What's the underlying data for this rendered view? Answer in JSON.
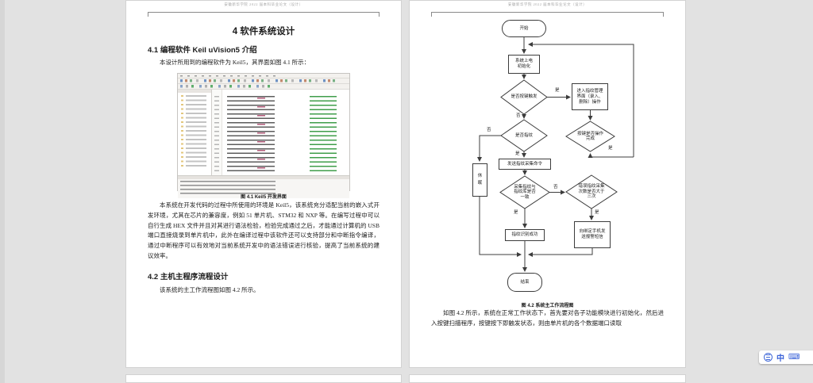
{
  "header_text": "安徽新华学院 2022 届本科毕业论文（设计）",
  "left_page": {
    "chapter_title": "4  软件系统设计",
    "section_4_1": "4.1  编程软件 Keil uVision5 介绍",
    "intro_paragraph": "本设计所用到的编程软件为 Keil5，其界面如图 4.1 所示：",
    "figure_4_1_caption": "图 4.1  Keil5 开发界面",
    "body_paragraph": "本系统在开发代码的过程中所使用的环境是 Keil5，该系统充分适配当前的嵌入式开发环境，尤其在芯片的兼容度，例如 51 单片机、STM32 和 NXP 等。在编写过程中可以自行生成 HEX 文件并且对其进行语法检验，检验完成通过之后，才能通过计算机的 USB 端口直接烧录到单片机中，此外在编译过程中该软件还可以支持部分和中断指令编译，通过中断程序可以有效地对当前系统开发中的语法错误进行核验，提高了当前系统的建议效率。",
    "section_4_2": "4.2  主机主程序流程设计",
    "section_4_2_paragraph": "该系统的主工作流程图如图 4.2 所示。"
  },
  "right_page": {
    "figure_4_2_caption": "图 4.2  系统主工作流程图",
    "closing_paragraph": "如图 4.2 所示，系统在正常工作状态下，首先要对各子功能模块进行初始化，然后进入按键扫描程序，按键按下即触发状态，则由单片机的各个数据端口读取",
    "flowchart": {
      "start": "开始",
      "power_init": "系统上电初始化",
      "key_trigger": "是否按键触发",
      "fingerprint_manage": "进入指纹管理界面（录入、删除）操作",
      "key_done": "按键是否操作完成",
      "is_fingerprint": "是否指纹",
      "sleep": "休眠",
      "send_collect_cmd": "发送指纹采集命令",
      "match_library": "采集指纹与指纹库是否一致",
      "error_over_three": "错误指纹采集次数是否大于三次",
      "recognize_success": "指纹识别成功",
      "send_alarm_sms": "向绑定手机发送报警短信",
      "end": "结束",
      "yes": "是",
      "no": "否"
    }
  },
  "ime_bar": {
    "mode_label": "中"
  }
}
